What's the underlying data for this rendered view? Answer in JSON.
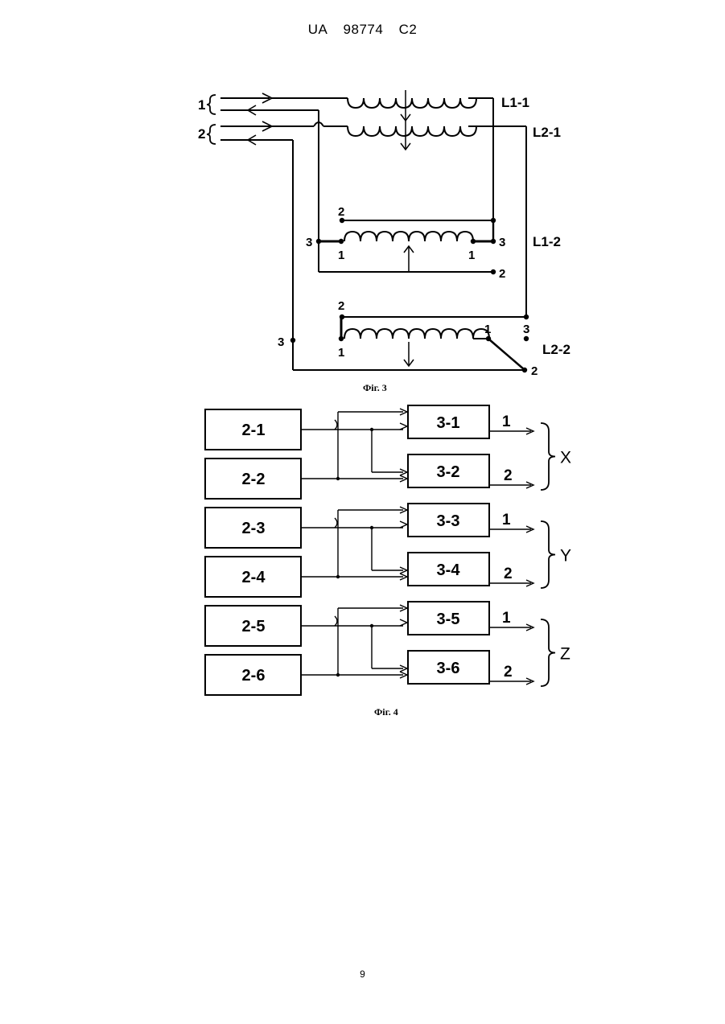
{
  "header": {
    "country": "UA",
    "number": "98774",
    "kind": "C2"
  },
  "fig3": {
    "caption": "Фіг. 3",
    "inputs": [
      "1",
      "2"
    ],
    "windings": {
      "l11": "L1-1",
      "l21": "L2-1",
      "l12": "L1-2",
      "l22": "L2-2"
    },
    "terminals": {
      "one": "1",
      "two": "2",
      "three": "3"
    }
  },
  "fig4": {
    "caption": "Фіг. 4",
    "groups": [
      {
        "sources": [
          "2-1",
          "2-2"
        ],
        "receivers": [
          "3-1",
          "3-2"
        ],
        "outputs": [
          "1",
          "2"
        ],
        "axis": "X"
      },
      {
        "sources": [
          "2-3",
          "2-4"
        ],
        "receivers": [
          "3-3",
          "3-4"
        ],
        "outputs": [
          "1",
          "2"
        ],
        "axis": "Y"
      },
      {
        "sources": [
          "2-5",
          "2-6"
        ],
        "receivers": [
          "3-5",
          "3-6"
        ],
        "outputs": [
          "1",
          "2"
        ],
        "axis": "Z"
      }
    ]
  },
  "footer": {
    "page_number": "9"
  }
}
